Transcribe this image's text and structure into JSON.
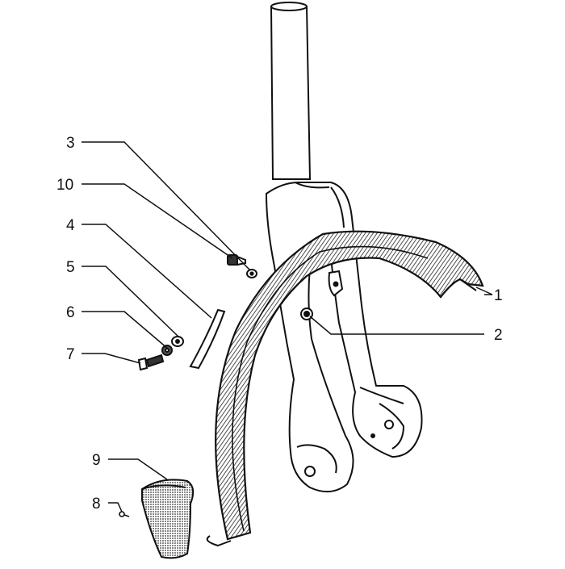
{
  "diagram": {
    "callouts": [
      {
        "id": "1",
        "label": "1"
      },
      {
        "id": "2",
        "label": "2"
      },
      {
        "id": "3",
        "label": "3"
      },
      {
        "id": "4",
        "label": "4"
      },
      {
        "id": "5",
        "label": "5"
      },
      {
        "id": "6",
        "label": "6"
      },
      {
        "id": "7",
        "label": "7"
      },
      {
        "id": "8",
        "label": "8"
      },
      {
        "id": "9",
        "label": "9"
      },
      {
        "id": "10",
        "label": "10"
      }
    ],
    "colors": {
      "ink": "#111111",
      "paper": "#ffffff",
      "shade": "#6e6e6e"
    }
  }
}
